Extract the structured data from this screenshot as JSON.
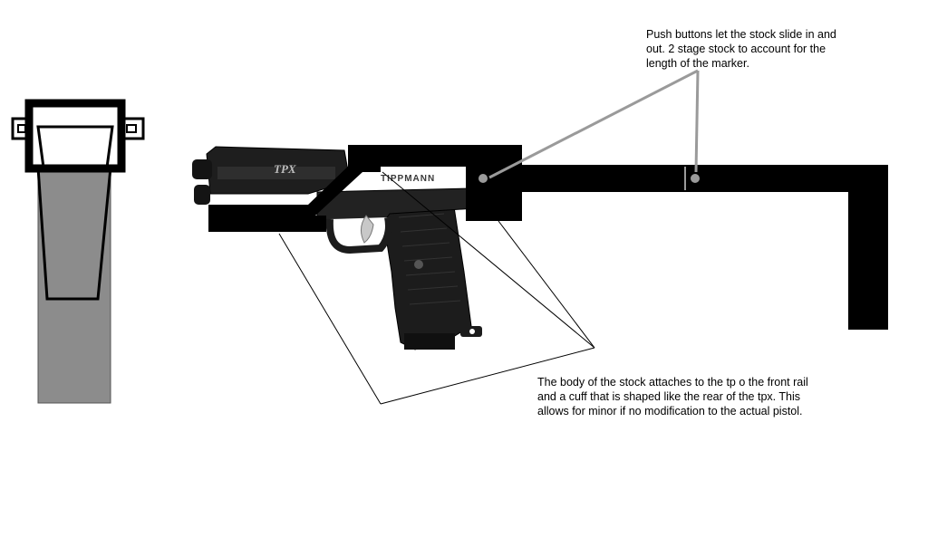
{
  "annotations": {
    "stock_slide": {
      "lines": [
        "Push buttons let the stock slide in and",
        "out. 2 stage stock to account for the",
        "length of the marker."
      ]
    },
    "stock_attach": {
      "lines": [
        "The body of the stock attaches to the tp o the front rail",
        "and a cuff that is shaped like the rear of the tpx. This",
        "allows for minor if no modification to the actual pistol."
      ]
    }
  },
  "pistol_engraving": {
    "model_mark": "TPX",
    "brand_mark": "TIPPMANN"
  },
  "colors": {
    "background": "#ffffff",
    "stock": "#000000",
    "end_view_body": "#8c8c8c",
    "leader_line": "#000000",
    "button_pointer": "#9a9a9a",
    "pistol_body": "#1c1c1c",
    "trigger": "#c8c8c8"
  }
}
